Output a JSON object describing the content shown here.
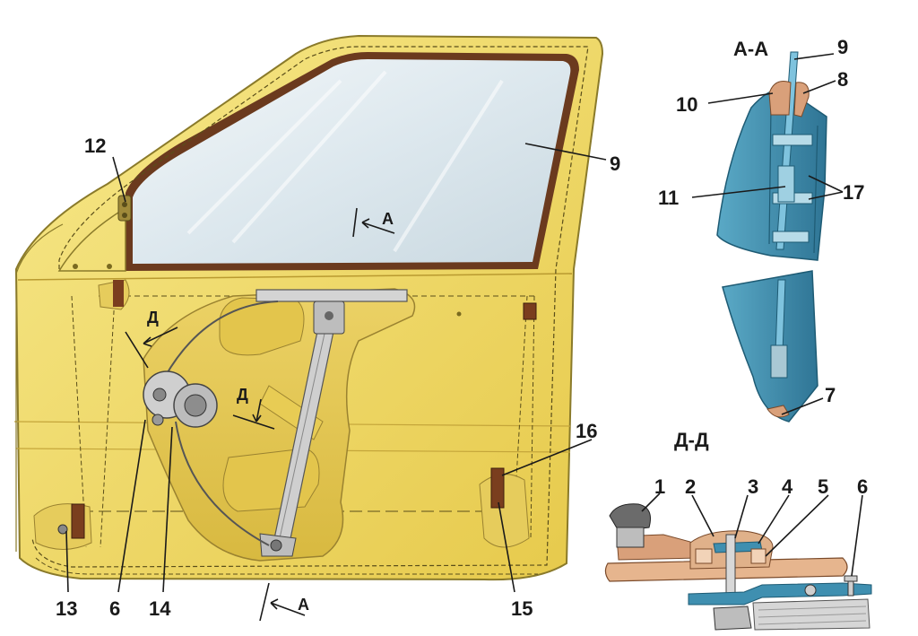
{
  "section_titles": {
    "aa": "А-А",
    "dd": "Д-Д"
  },
  "section_marks": {
    "a": "А",
    "d": "Д"
  },
  "callouts": {
    "c1": "1",
    "c2": "2",
    "c3": "3",
    "c4": "4",
    "c5": "5",
    "c6_top": "6",
    "c6_main": "6",
    "c7": "7",
    "c8": "8",
    "c9_main": "9",
    "c9_top": "9",
    "c10": "10",
    "c11": "11",
    "c12": "12",
    "c13": "13",
    "c14": "14",
    "c15": "15",
    "c16": "16",
    "c17": "17"
  },
  "colors": {
    "door_panel": "#f2dc6a",
    "door_outline": "#8a7a2a",
    "glass": "#e6eef2",
    "seal": "#6b3a1e",
    "section_blue": "#3f8fb0",
    "section_dark": "#1e5b74",
    "mechanism": "#c8c8c8",
    "rubber_tan": "#d9a07a"
  }
}
